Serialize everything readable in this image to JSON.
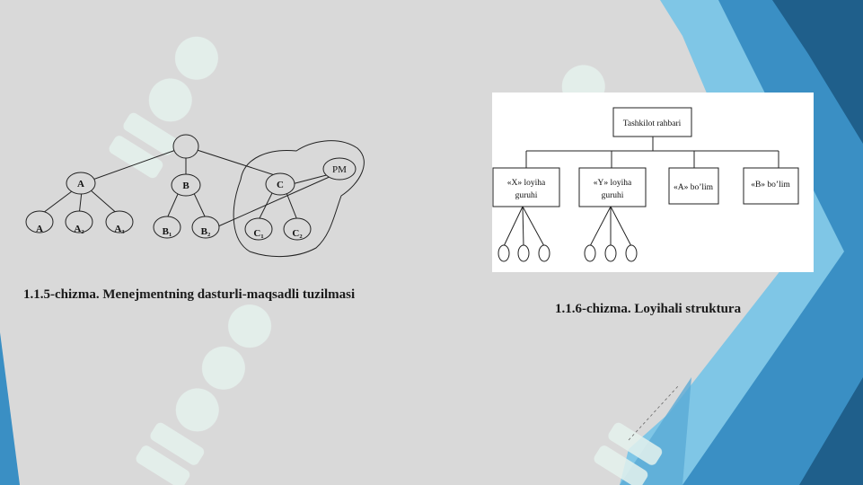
{
  "diagram_left": {
    "caption": "1.1.5-chizma. Menejmentning dasturli-maqsadli tuzilmasi",
    "nodes": {
      "a": "A",
      "b": "B",
      "c": "C",
      "pm": "PM",
      "a1": "A",
      "a2": "A₂",
      "a3": "A₃",
      "b1": "B₁",
      "b2": "B₂",
      "c1": "C₁",
      "c2": "C₂"
    }
  },
  "diagram_right": {
    "caption": "1.1.6-chizma. Loyihali struktura",
    "top_box": "Tashkilot rahbari",
    "boxes": {
      "x_line1": "«X» loyiha",
      "x_line2": "guruhi",
      "y_line1": "«Y» loyiha",
      "y_line2": "guruhi",
      "a_dept": "«A» bo’lim",
      "b_dept": "«B» bo’lim"
    }
  },
  "colors": {
    "background": "#d9d9d9",
    "accent_dark": "#1f5f8b",
    "accent_mid": "#3a8fc4",
    "accent_light": "#7fc6e6",
    "watermark": "#e6f2ee"
  }
}
